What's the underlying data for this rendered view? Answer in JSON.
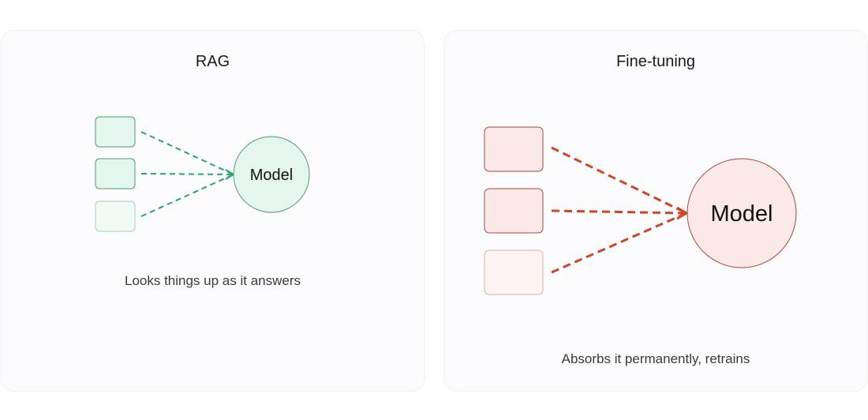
{
  "rag": {
    "title": "RAG",
    "model_label": "Model",
    "caption": "Looks things up as it answers",
    "accent": "#2aa570",
    "fill": "#e4f6ee",
    "stroke": "#4c9b77"
  },
  "fine_tuning": {
    "title": "Fine-tuning",
    "model_label": "Model",
    "caption": "Absorbs it permanently, retrains",
    "accent": "#c9482a",
    "fill": "#fbe9e8",
    "stroke": "#a8473b"
  }
}
